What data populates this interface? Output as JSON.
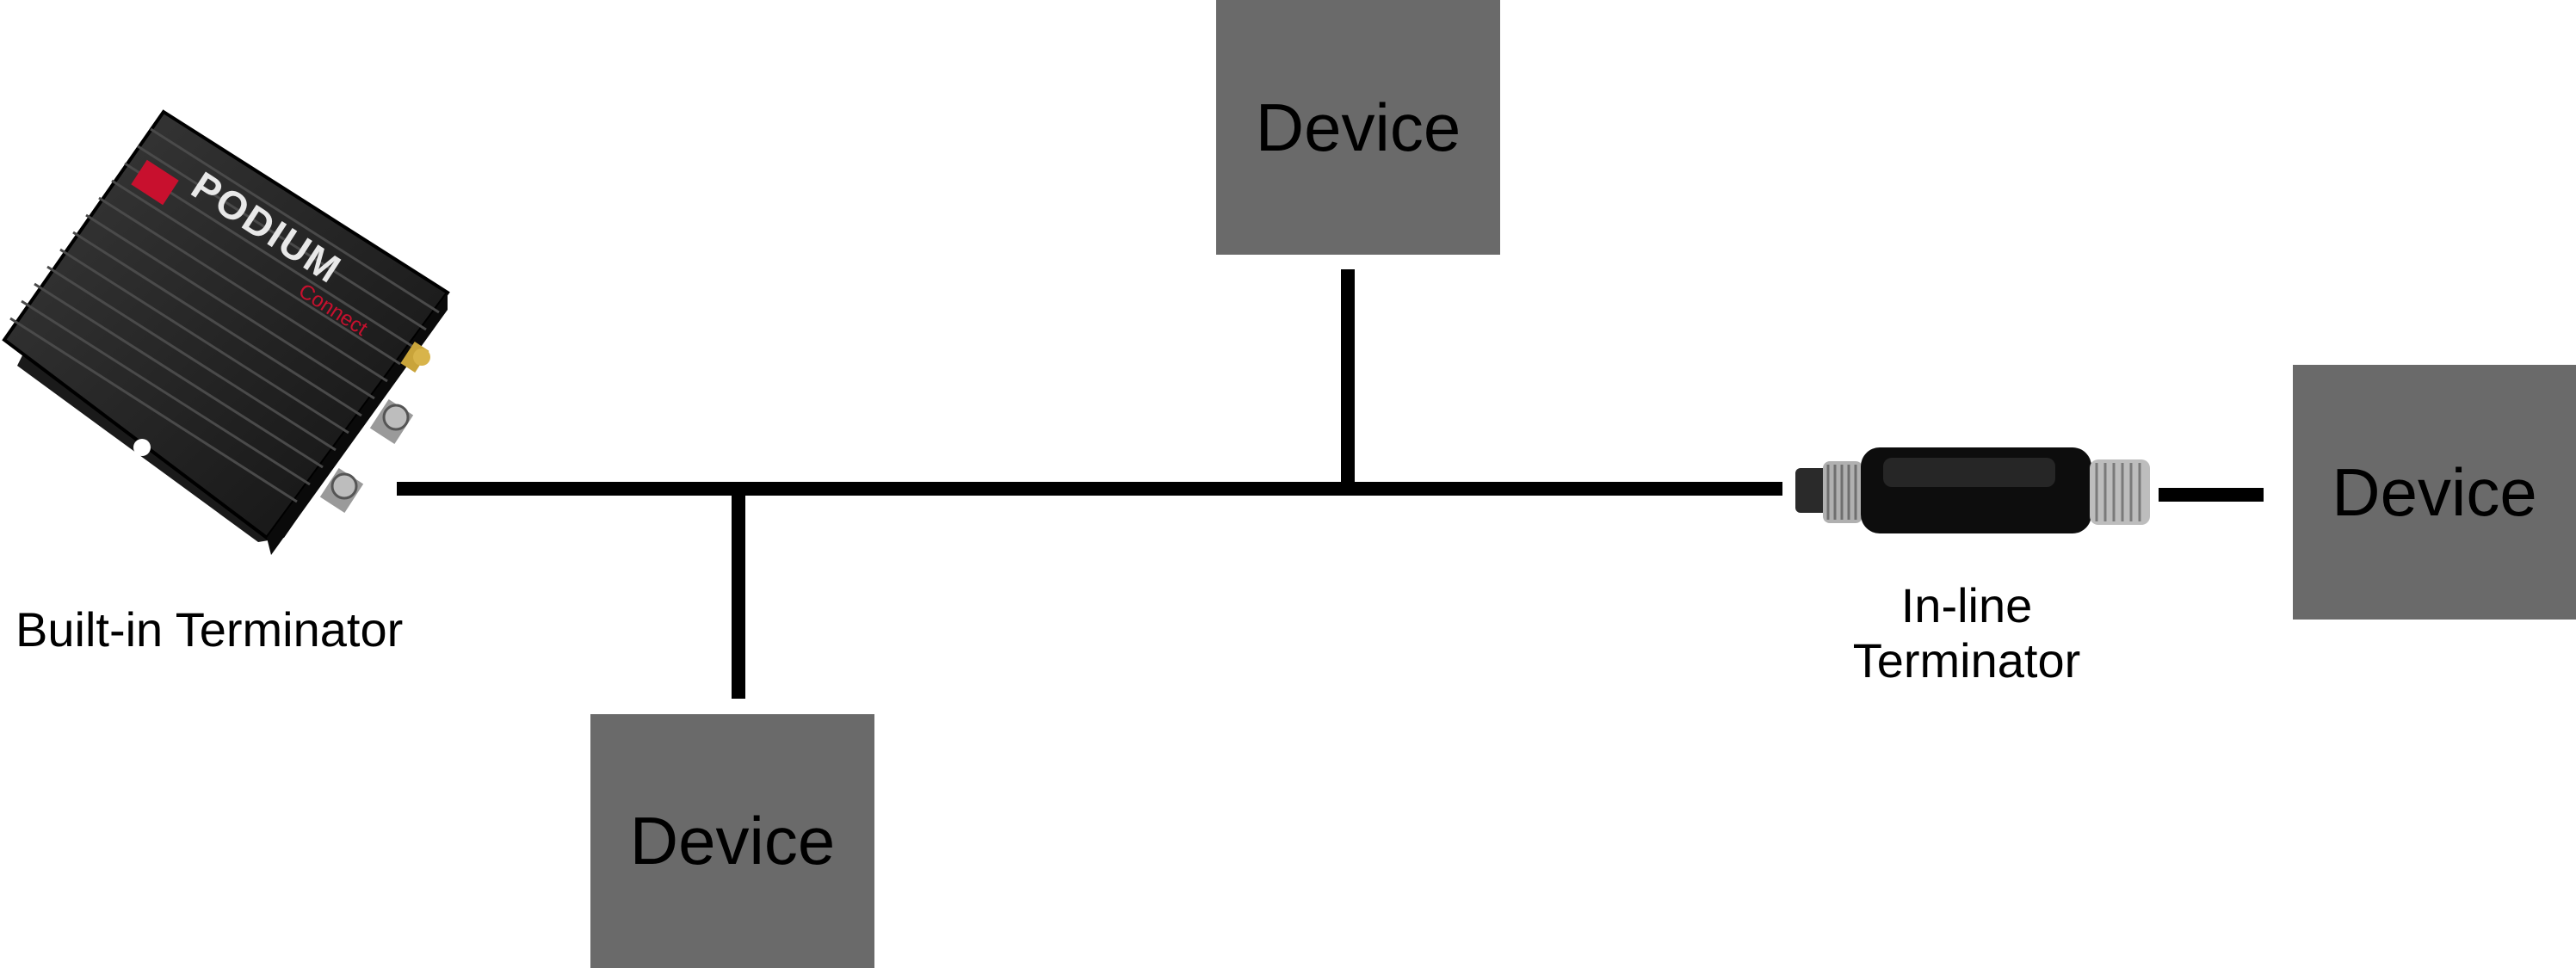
{
  "diagram": {
    "devices": [
      {
        "id": "device-top",
        "label": "Device"
      },
      {
        "id": "device-bottom",
        "label": "Device"
      },
      {
        "id": "device-right",
        "label": "Device"
      }
    ],
    "controller": {
      "label": "Built-in Terminator",
      "logo_text": "PODIUM",
      "logo_subtext": "Connect",
      "logo_color": "#c8102e"
    },
    "inline_terminator": {
      "label_line1": "In-line",
      "label_line2": "Terminator"
    },
    "colors": {
      "device_fill": "#6a6a6a",
      "bus_line": "#000000"
    }
  }
}
